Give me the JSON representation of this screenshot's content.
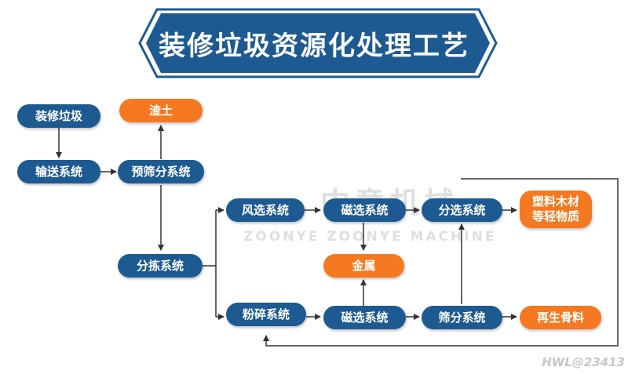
{
  "title": "装修垃圾资源化处理工艺",
  "watermark": {
    "cn": "中意机械",
    "en": "ZOONYE ZOONYE MACHINE"
  },
  "footer": "HWL@23413",
  "nodes": {
    "n1": "装修垃圾",
    "n2": "渣土",
    "n3": "输送系统",
    "n4": "预筛分系统",
    "n5": "风选系统",
    "n6": "磁选系统",
    "n7": "分选系统",
    "n8": "塑料木材\n等轻物质",
    "n9": "分拣系统",
    "n10": "金属",
    "n11": "粉碎系统",
    "n12": "磁选系统",
    "n13": "筛分系统",
    "n14": "再生骨料"
  },
  "colors": {
    "process": "#1e5a92",
    "product": "#f47920",
    "banner_fill": "#1e5a92",
    "connector": "#333333"
  }
}
